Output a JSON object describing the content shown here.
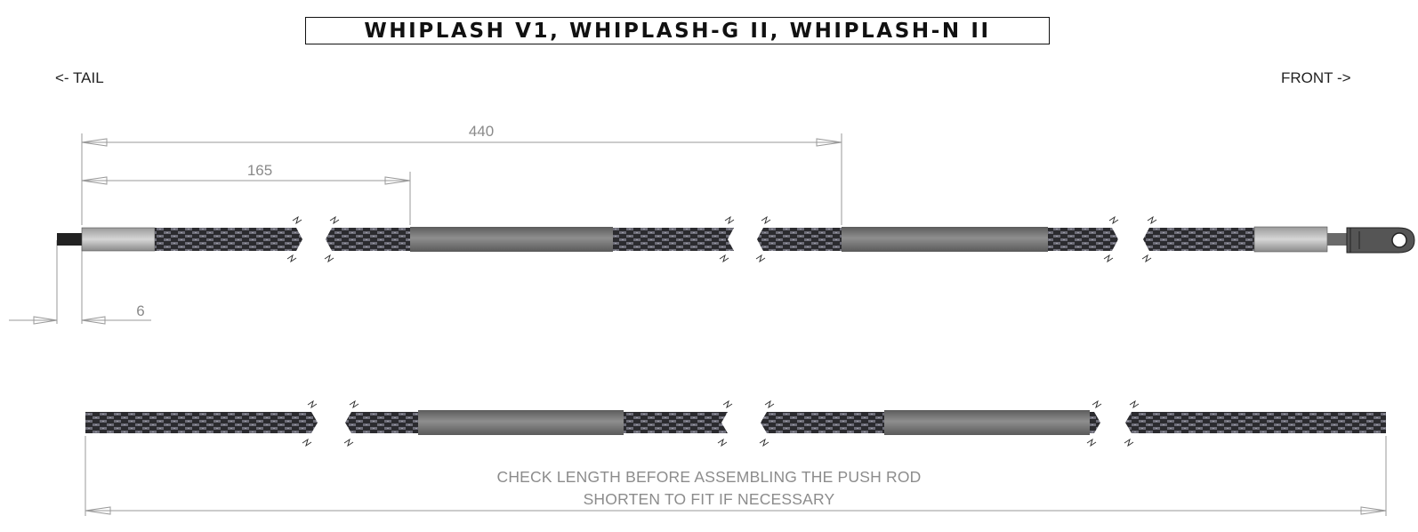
{
  "title": "WHIPLASH V1, WHIPLASH-G II, WHIPLASH-N II",
  "direction": {
    "tail": "<- TAIL",
    "front": "FRONT ->"
  },
  "dimensions": {
    "d440": "440",
    "d165": "165",
    "d6": "6"
  },
  "note": {
    "line1": "CHECK LENGTH BEFORE ASSEMBLING THE PUSH ROD",
    "line2": "SHORTEN TO FIT IF NECESSARY"
  },
  "colors": {
    "carbon_dark": "#2b2b2f",
    "carbon_light": "#6d6d78",
    "sleeve": "#7a7a7a",
    "dim_line": "#9a9a9a"
  }
}
